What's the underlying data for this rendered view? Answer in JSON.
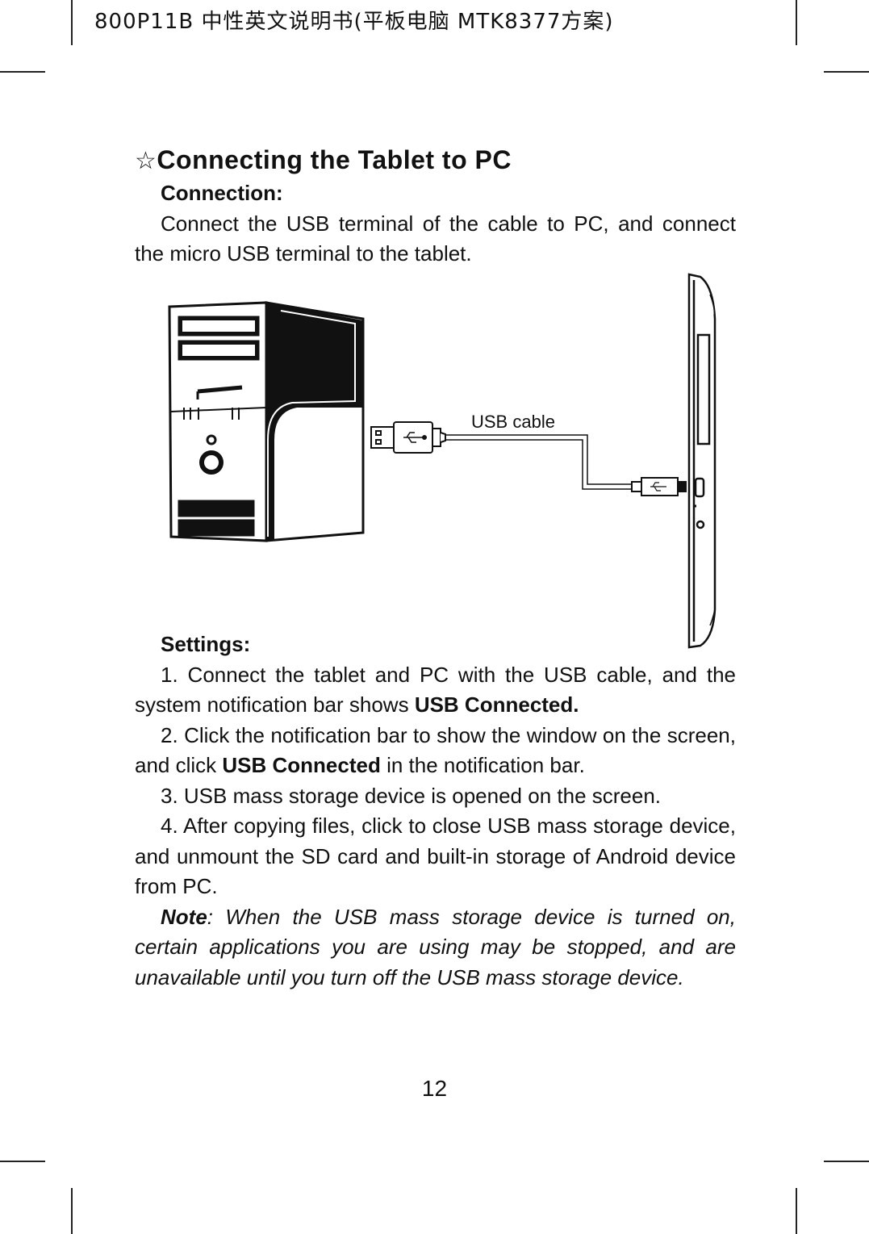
{
  "header": {
    "title": "800P11B 中性英文说明书(平板电脑 MTK8377方案)"
  },
  "section": {
    "star_icon": "☆",
    "title": "Connecting the Tablet to PC"
  },
  "connection": {
    "heading": "Connection:",
    "text": "Connect the USB terminal of the cable to PC, and connect the micro USB terminal to the tablet."
  },
  "figure": {
    "cable_label": "USB cable"
  },
  "settings": {
    "heading": "Settings:",
    "step1_text": "1. Connect the tablet and PC with the USB cable, and the system notification bar shows ",
    "step1_bold": "USB Connected.",
    "step2_text_a": "2. Click the notification bar to show the window on the screen, and click ",
    "step2_bold": "USB Connected",
    "step2_text_b": " in the notification bar.",
    "step3_text": "3. USB mass storage device is opened on the screen.",
    "step4_text": "4. After copying files, click to close USB mass storage device, and unmount the SD card and built-in storage of Android device from PC."
  },
  "note": {
    "label": "Note",
    "text": ": When the USB mass storage device is turned on, certain applications you are using may be stopped, and are unavailable until you turn off the USB mass storage device."
  },
  "footer": {
    "page_number": "12"
  }
}
